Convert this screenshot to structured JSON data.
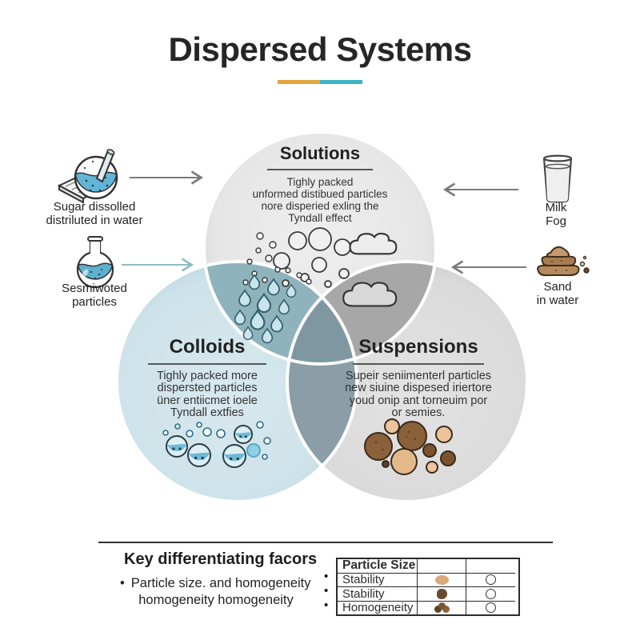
{
  "title": "Dispersed Systems",
  "accent": {
    "underline_left": "#E5A43B",
    "underline_right": "#3AB5C6"
  },
  "venn": {
    "solutions": {
      "heading": "Solutions",
      "lines": [
        "Tighly packed",
        "unformed distibued particles",
        "nore disperied exling the",
        "Tyndall effect"
      ]
    },
    "colloids": {
      "heading": "Colloids",
      "lines": [
        "Tighly packed more",
        "dispersted particles",
        "üner entiicmet ioele",
        "Tyndall extfies"
      ]
    },
    "suspensions": {
      "heading": "Suspensions",
      "lines": [
        "Supeir seniimenterl particles",
        "new siuine dispesed iriertore",
        "youd onip ant torneuim por",
        "or semies."
      ]
    }
  },
  "examples": {
    "sugar": {
      "icon": "beaker-stirrer-icon",
      "lines": [
        "Sugar dissolled",
        "distriluted in water"
      ]
    },
    "flask": {
      "icon": "round-flask-icon",
      "lines": [
        "Sesmiwoted",
        "particles"
      ]
    },
    "milk": {
      "icon": "milk-glass-icon",
      "lines": [
        "Milk",
        "Fog"
      ]
    },
    "sand": {
      "icon": "sand-pile-icon",
      "lines": [
        "Sand",
        "in water"
      ]
    }
  },
  "footer": {
    "heading": "Key differentiating facors",
    "bullet_char": "•",
    "bullet_lines": [
      "Particle size. and homogeneity",
      "homogeneity homogeneity"
    ],
    "table": {
      "header": "Particle Size",
      "rows": [
        {
          "label": "Stability",
          "swatch": "tan-blob",
          "marker": "open-circle"
        },
        {
          "label": "Stability",
          "swatch": "brown-blob",
          "marker": "open-circle"
        },
        {
          "label": "Homogeneity",
          "swatch": "brown-cluster",
          "marker": "open-circle"
        }
      ]
    }
  },
  "colors": {
    "solutions_fill": "#e5e5e5",
    "colloids_fill": "#cde1e8",
    "suspensions_fill": "#dbdbdb",
    "solutions_colloids_overlap": "#8fb3bc",
    "solutions_suspensions_overlap": "#a7a7a7",
    "colloids_suspensions_overlap": "#8b9da6",
    "triple_overlap": "#7f97a0",
    "circle_stroke": "#ffffff",
    "arrow_gray": "#7b7b7b",
    "arrow_teal": "#8fbcc6",
    "liquid_blue": "#62b5d7",
    "sand_brown": "#a87c50",
    "text_dark": "#2d2d2d"
  }
}
